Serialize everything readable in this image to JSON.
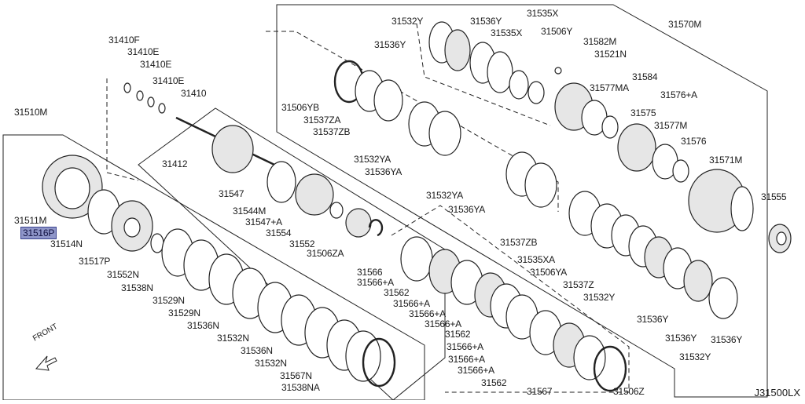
{
  "diagram_code": "J31500LX",
  "front_label": "FRONT",
  "highlighted_part": "31516P",
  "labels": [
    "31510M",
    "31511M",
    "31516P",
    "31514N",
    "31517P",
    "31552N",
    "31538N",
    "31529N",
    "31529N",
    "31536N",
    "31532N",
    "31536N",
    "31532N",
    "31567N",
    "31538NA",
    "31410F",
    "31410E",
    "31410E",
    "31410E",
    "31410",
    "31412",
    "31547",
    "31544M",
    "31547+A",
    "31554",
    "31552",
    "31506ZA",
    "31566",
    "31566+A",
    "31562",
    "31566+A",
    "31566+A",
    "31566+A",
    "31562",
    "31566+A",
    "31566+A",
    "31566+A",
    "31562",
    "31567",
    "31506Z",
    "31532Y",
    "31536Y",
    "31535X",
    "31536Y",
    "31535X",
    "31506Y",
    "31582M",
    "31521N",
    "31570M",
    "31506YB",
    "31537ZA",
    "31537ZB",
    "31584",
    "31577MA",
    "31576+A",
    "31575",
    "31577M",
    "31576",
    "31571M",
    "31532YA",
    "31536YA",
    "31532YA",
    "31536YA",
    "31555",
    "31537ZB",
    "31535XA",
    "31506YA",
    "31537Z",
    "31532Y",
    "31536Y",
    "31536Y",
    "31536Y",
    "31532Y"
  ]
}
